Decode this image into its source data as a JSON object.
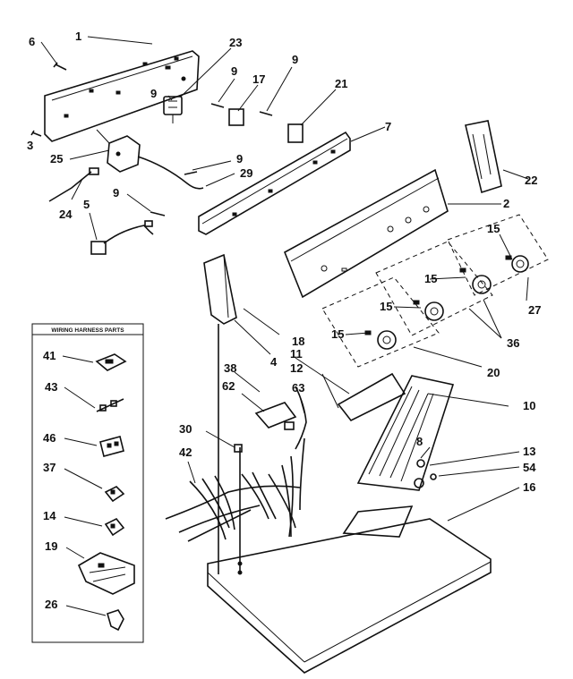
{
  "legend": {
    "title": "WIRING HARNESS PARTS",
    "items": [
      "41",
      "43",
      "46",
      "37",
      "14",
      "19",
      "26"
    ]
  },
  "labels": {
    "n1": "1",
    "n2": "2",
    "n3": "3",
    "n4": "4",
    "n5": "5",
    "n6": "6",
    "n7": "7",
    "n8": "8",
    "n9a": "9",
    "n9b": "9",
    "n9c": "9",
    "n9d": "9",
    "n9e": "9",
    "n10": "10",
    "n11": "11",
    "n12": "12",
    "n13": "13",
    "n15a": "15",
    "n15b": "15",
    "n15c": "15",
    "n15d": "15",
    "n16": "16",
    "n17": "17",
    "n18": "18",
    "n20": "20",
    "n21": "21",
    "n22": "22",
    "n23": "23",
    "n24": "24",
    "n25": "25",
    "n27": "27",
    "n29": "29",
    "n30": "30",
    "n36": "36",
    "n38": "38",
    "n42": "42",
    "n54": "54",
    "n62": "62",
    "n63": "63"
  }
}
